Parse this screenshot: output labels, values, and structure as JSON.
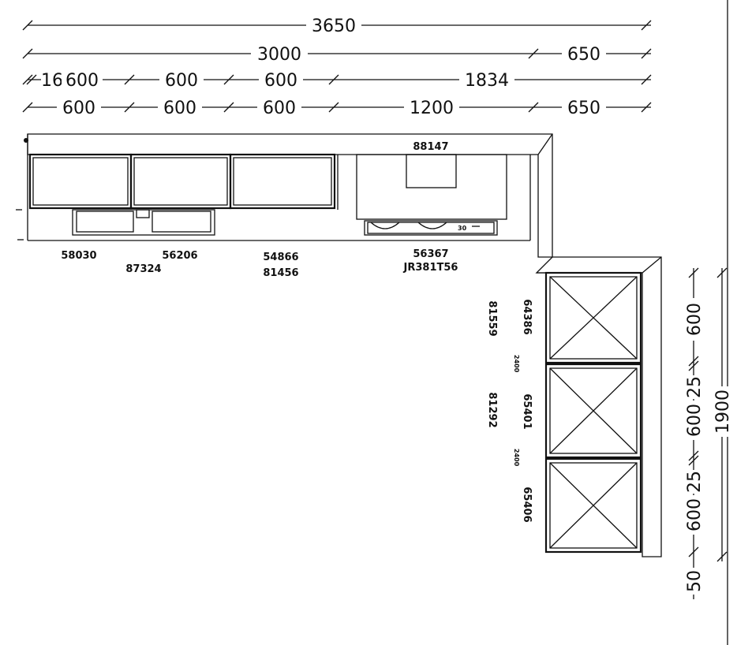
{
  "dimensions": {
    "row1": [
      "3650"
    ],
    "row2": [
      "3000",
      "650"
    ],
    "row3": [
      "16",
      "600",
      "600",
      "600",
      "1834"
    ],
    "row4": [
      "600",
      "600",
      "600",
      "1200",
      "650"
    ],
    "right": [
      "600",
      "25",
      "600",
      "25",
      "600",
      "50",
      "1900"
    ]
  },
  "codes": {
    "top": [
      "88147",
      "58030",
      "87324",
      "56206",
      "54866",
      "81456",
      "56367",
      "JR381T56"
    ],
    "right": [
      "64386",
      "81559",
      "65401",
      "81292",
      "65406"
    ],
    "small": [
      "2400",
      "2400"
    ]
  },
  "stove_label": "30"
}
